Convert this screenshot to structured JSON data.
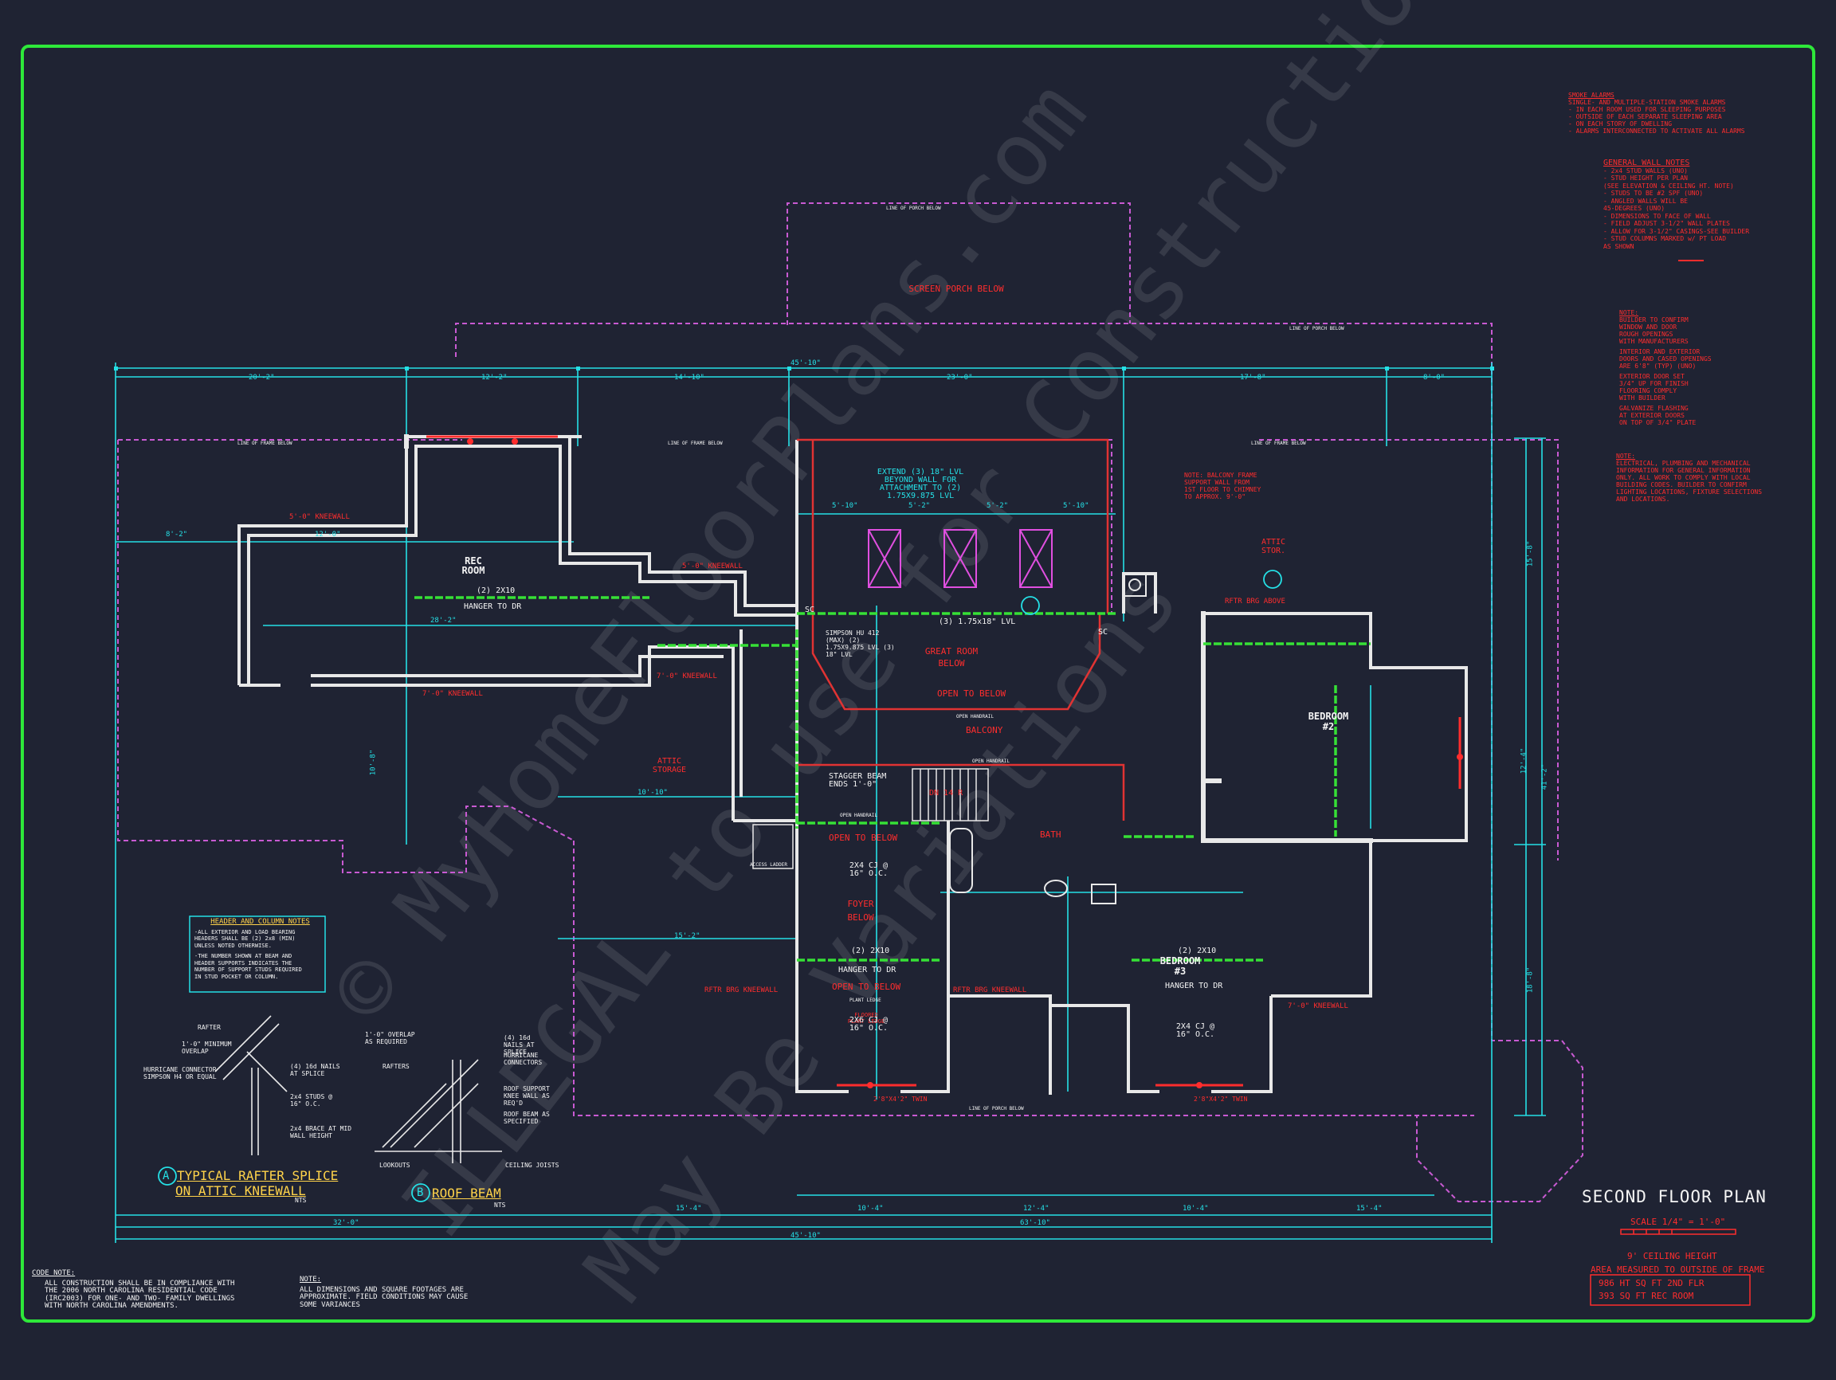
{
  "colors": {
    "background": "#1f2333",
    "border": "#2ee83a",
    "wall": "#e8e8e8",
    "dimension": "#25e0e6",
    "label_red": "#ff2d2d",
    "dashed_magenta": "#c85ad2",
    "beam_green": "#36e036",
    "detail_yellow": "#ffd34a"
  },
  "title_block": {
    "title": "SECOND FLOOR PLAN",
    "scale": "SCALE 1/4\" = 1'-0\"",
    "ceiling": "9' CEILING HEIGHT",
    "area_header": "AREA MEASURED TO OUTSIDE OF FRAME",
    "areas": [
      "986 HT SQ FT 2ND FLR",
      "393 SQ FT REC ROOM"
    ]
  },
  "notes_right": {
    "smoke_title": "SMOKE ALARMS",
    "smoke_lines": [
      "SINGLE- AND MULTIPLE-STATION SMOKE ALARMS",
      "- IN EACH ROOM USED FOR SLEEPING PURPOSES",
      "- OUTSIDE OF EACH SEPARATE SLEEPING AREA",
      "- ON EACH STORY OF DWELLING",
      "- ALARMS INTERCONNECTED TO ACTIVATE ALL ALARMS"
    ],
    "wall_title": "GENERAL WALL NOTES",
    "wall_lines": [
      "- 2x4 STUD WALLS (UNO)",
      "- STUD HEIGHT PER PLAN",
      "  (SEE ELEVATION & CEILING HT. NOTE)",
      "- STUDS TO BE #2 SPF (UNO)",
      "- ANGLED WALLS WILL BE",
      "  45-DEGREES (UNO)",
      "- DIMENSIONS TO FACE OF WALL",
      "- FIELD ADJUST 3-1/2\" WALL PLATES",
      "- ALLOW FOR 3-1/2\" CASINGS-SEE BUILDER",
      "- STUD COLUMNS MARKED w/ PT LOAD",
      "  AS SHOWN"
    ],
    "note_title": "NOTE:",
    "note_lines": [
      "BUILDER TO CONFIRM",
      "WINDOW AND DOOR",
      "ROUGH OPENINGS",
      "WITH MANUFACTURERS",
      "INTERIOR AND EXTERIOR",
      "DOORS AND CASED OPENINGS",
      "ARE 6'8\" (TYP) (UNO)",
      "EXTERIOR DOOR SET",
      "3/4\" UP FOR FINISH",
      "FLOORING COMPLY",
      "WITH BUILDER",
      "GALVANIZE FLASHING",
      "AT EXTERIOR DOORS",
      "ON TOP OF 3/4\" PLATE"
    ],
    "note2_title": "NOTE:",
    "note2_lines": [
      "ELECTRICAL, PLUMBING AND MECHANICAL",
      "INFORMATION FOR GENERAL INFORMATION",
      "ONLY. ALL WORK TO COMPLY WITH LOCAL",
      "BUILDING CODES. BUILDER TO CONFIRM",
      "LIGHTING LOCATIONS, FIXTURE SELECTIONS",
      "AND LOCATIONS."
    ]
  },
  "header_notes": {
    "title": "HEADER AND COLUMN NOTES",
    "lines": [
      "-ALL EXTERIOR AND LOAD BEARING",
      "HEADERS SHALL BE (2) 2x8 (MIN)",
      "UNLESS NOTED OTHERWISE.",
      "-THE NUMBER SHOWN AT BEAM AND",
      "HEADER SUPPORTS INDICATES THE",
      "NUMBER OF SUPPORT STUDS REQUIRED",
      "IN STUD POCKET OR COLUMN."
    ]
  },
  "code_note": {
    "title": "CODE NOTE:",
    "lines": [
      "ALL CONSTRUCTION SHALL BE IN COMPLIANCE WITH",
      "THE 2006 NORTH CAROLINA RESIDENTIAL CODE",
      "(IRC2003) FOR ONE- AND TWO- FAMILY DWELLINGS",
      "WITH NORTH CAROLINA AMENDMENTS."
    ]
  },
  "general_note": {
    "title": "NOTE:",
    "lines": [
      "ALL DIMENSIONS AND SQUARE FOOTAGES ARE",
      "APPROXIMATE. FIELD CONDITIONS MAY CAUSE",
      "SOME VARIANCES"
    ]
  },
  "details": {
    "a_marker": "A",
    "a_title1": "TYPICAL RAFTER SPLICE",
    "a_title2": "ON ATTIC KNEEWALL",
    "a_nts": "NTS",
    "a_labels": [
      "RAFTER",
      "1'-0\" MINIMUM OVERLAP",
      "HURRICANE CONNECTOR SIMPSON H4 OR EQUAL",
      "(4) 16d NAILS AT SPLICE",
      "2x4 STUDS @ 16\" O.C.",
      "2x4 BRACE AT MID WALL HEIGHT"
    ],
    "b_marker": "B",
    "b_title": "ROOF BEAM",
    "b_nts": "NTS",
    "b_labels": [
      "1'-0\" OVERLAP AS REQUIRED",
      "RAFTERS",
      "(4) 16d NAILS AT SPLICE",
      "HURRICANE CONNECTORS",
      "ROOF SUPPORT KNEE WALL AS REQ'D",
      "ROOF BEAM AS SPECIFIED",
      "LOOKOUTS",
      "CEILING JOISTS"
    ]
  },
  "rooms": {
    "rec_room": "REC ROOM",
    "bedroom2": "BEDROOM #2",
    "bedroom3": "BEDROOM #3",
    "bath": "BATH",
    "attic_stor": "ATTIC STOR.",
    "attic_storage": "ATTIC STORAGE",
    "great_room": "GREAT ROOM BELOW",
    "open_to_below": "OPEN TO BELOW",
    "balcony": "BALCONY",
    "foyer": "FOYER BELOW",
    "screen_porch": "SCREEN PORCH BELOW",
    "on_up": "DN 14 R",
    "open_to_below_2": "OPEN TO BELOW",
    "open_to_below_3": "OPEN TO BELOW",
    "floored_plant": "FLOORED PLANT LEDGE"
  },
  "labels": {
    "extend_lvl": "EXTEND (3) 18\" LVL BEYOND WALL FOR ATTACHMENT TO (2) 1.75X9.875 LVL",
    "lvl_beam": "(3) 1.75x18\" LVL",
    "simpson": "SIMPSON HU 412 (MAX) (2) 1.75X9.875 LVL (3) 18\" LVL",
    "stagger": "STAGGER BEAM ENDS 1'-0\"",
    "hanger_dr": "HANGER TO DR",
    "x2x10": "(2) 2X10",
    "cj_2x6": "2X6 CJ @ 16\" O.C.",
    "cj_2x4": "2X4 CJ @ 16\" O.C.",
    "kneewall_5": "5'-0\" KNEEWALL",
    "kneewall_7": "7'-0\" KNEEWALL",
    "rftr": "RFTR BRG KNEEWALL",
    "balcony_note": "NOTE: BALCONY FRAME SUPPORT WALL FROM 1ST FLOOR TO CHIMNEY TO APPROX. 9'-0\"",
    "rftr_above": "RFTR BRG ABOVE",
    "sc": "SC",
    "open_handrail": "OPEN HANDRAIL",
    "plant_ledge": "PLANT LEDGE",
    "twin_window": "2'8\"X4'2\" TWIN",
    "window_e": "2'8\"X4'2\" TWIN",
    "line_frame": "LINE OF FRAME BELOW",
    "line_porch": "LINE OF PORCH BELOW",
    "access_ladder": "ACCESS LADDER"
  },
  "dimensions": {
    "overall": "45'-10\"",
    "overall_bottom": "45'-10\"",
    "top": [
      "20'-2\"",
      "12'-2\"",
      "14'-10\"",
      "23'-0\"",
      "17'-8\"",
      "8'-0\""
    ],
    "bottom": [
      "32'-0\"",
      "63'-10\""
    ],
    "bottom2": [
      "15'-4\"",
      "10'-4\"",
      "12'-4\"",
      "10'-4\"",
      "15'-4\""
    ],
    "right": [
      "15'-8\"",
      "12'-4\"",
      "41'-2\"",
      "18'-8\""
    ],
    "inner": [
      "5'-10\"",
      "5'-2\"",
      "5'-2\"",
      "5'-10\"",
      "12'-0\"",
      "8'-2\"",
      "28'-2\"",
      "10'-8\"",
      "10'-10\"",
      "15'-2\""
    ]
  }
}
